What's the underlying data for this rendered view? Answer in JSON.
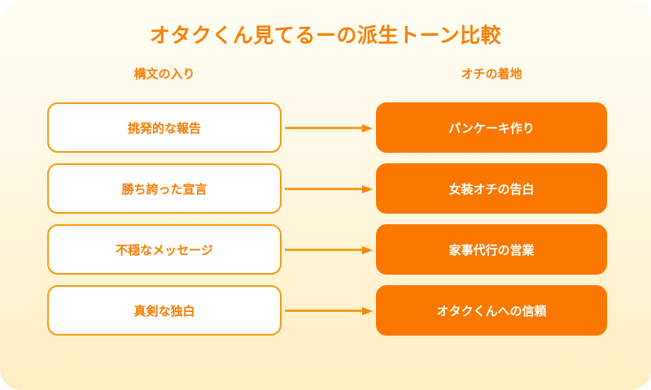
{
  "page": {
    "title": "オタクくん見てるーの派生トーン比較",
    "background_top_color": "#fffdf3",
    "background_bottom_color": "#ffeec2",
    "accent_color": "#fa7800",
    "title_color": "#f98008"
  },
  "columns": {
    "left_header": "構文の入り",
    "right_header": "オチの着地"
  },
  "rows": [
    {
      "left": "挑発的な報告",
      "right": "パンケーキ作り",
      "connector": "arrow-right"
    },
    {
      "left": "勝ち誇った宣言",
      "right": "女装オチの告白",
      "connector": "arrow-right"
    },
    {
      "left": "不穏なメッセージ",
      "right": "家事代行の営業",
      "connector": "arrow-right"
    },
    {
      "left": "真剣な独白",
      "right": "オタクくんへの信頼",
      "connector": "arrow-right"
    }
  ]
}
